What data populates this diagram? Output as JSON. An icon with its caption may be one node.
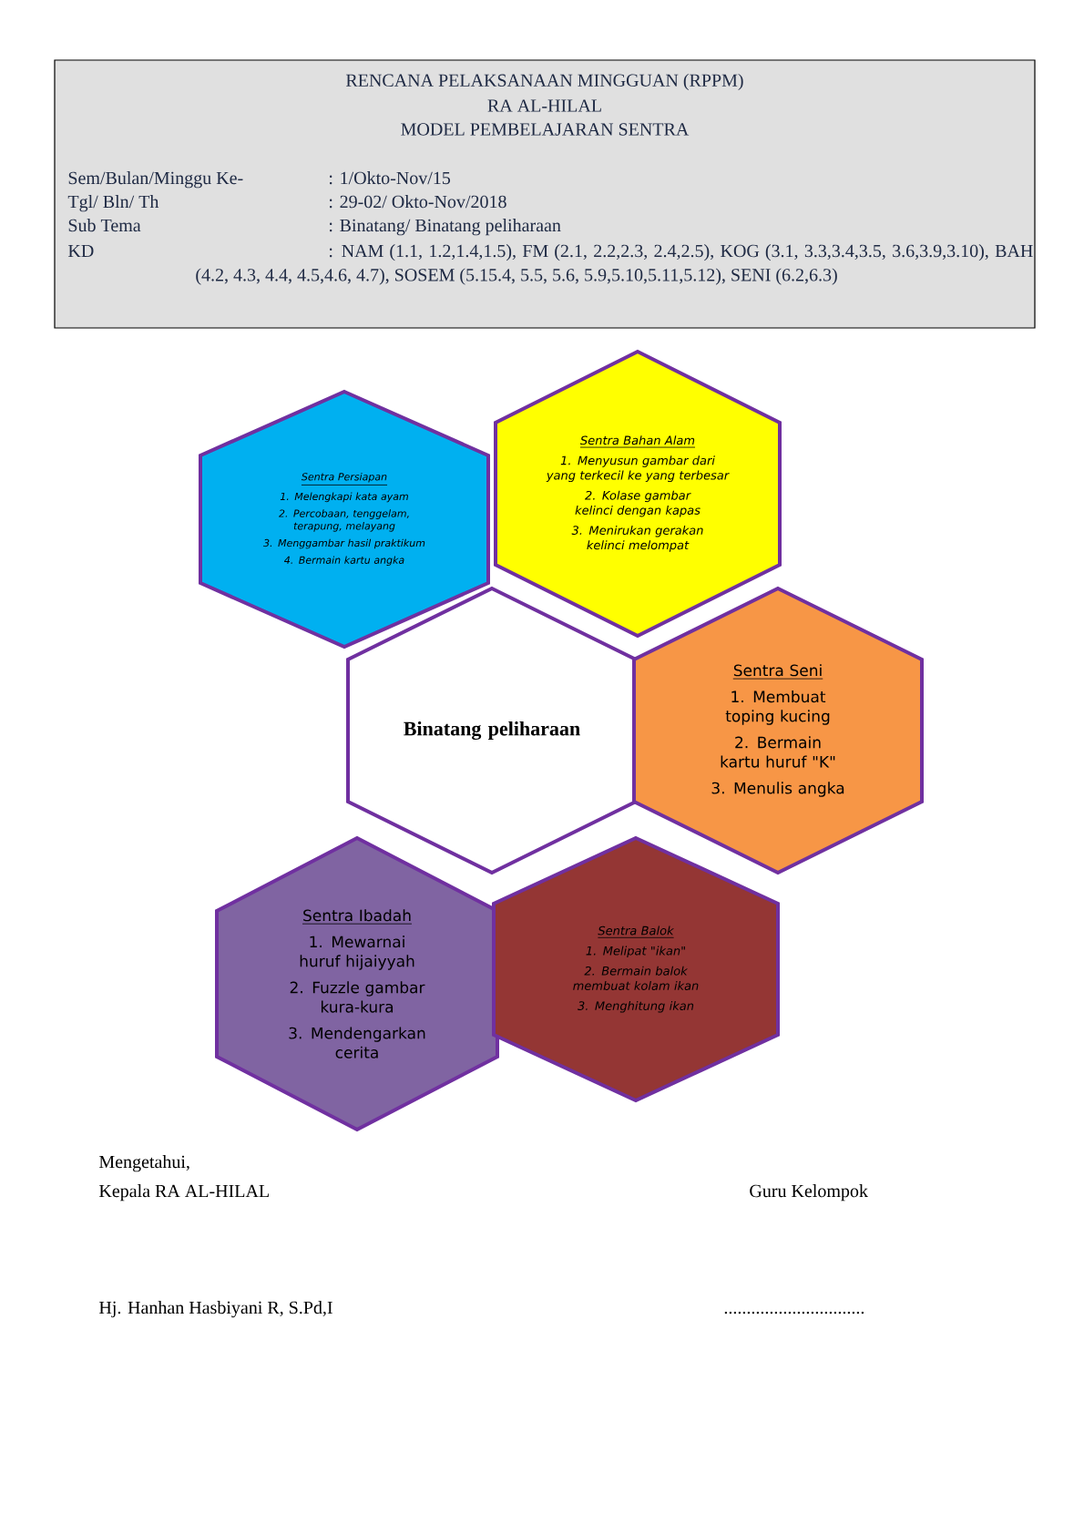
{
  "diagram": {
    "nodes": [
      {
        "text": [
          "RENCANA PELAKSANAAN MINGGUAN (RPPM)",
          "RA AL-HILAL",
          "MODEL PEMBELAJARAN SENTRA",
          "Sem/Bulan/Minggu Ke-",
          ": 1/Okto-Nov/15",
          "Tgl/ Bln/ Th",
          ": 29-02/ Okto-Nov/2018",
          "Sub Tema",
          ": Binatang/ Binatang peliharaan",
          "KD",
          ": NAM (1.1, 1.2,1.4,1.5), FM (2.1, 2.2,2.3, 2.4,2.5), KOG (3.1, 3.3,3.4,3.5, 3.6,3.9,3.10), BAH (4.2, 4.3, 4.4, 4.5,4.6, 4.7), SOSEM (5.15.4, 5.5, 5.6, 5.9,5.10,5.11,5.12), SENI (6.2,6.3)"
        ]
      },
      {
        "text": [
          "Sentra Persiapan",
          "1. Melengkapi kata ayam",
          "2. Percobaan, tenggelam, terapung, melayang",
          "3. Menggambar hasil praktikum",
          "4. Bermain kartu angka"
        ]
      },
      {
        "text": [
          "Sentra Bahan Alam",
          "1. Menyusun gambar dari yang terkecil ke yang terbesar",
          "2. Kolase gambar kelinci dengan kapas",
          "3. Menirukan gerakan kelinci melompat"
        ]
      },
      {
        "text": [
          "Binatang peliharaan"
        ]
      },
      {
        "text": [
          "Sentra Seni",
          "1. Membuat toping kucing",
          "2. Bermain kartu huruf \"K\"",
          "3. Menulis angka"
        ]
      },
      {
        "text": [
          "Sentra Ibadah",
          "1. Mewarnai huruf hijaiyyah",
          "2. Fuzzle gambar kura-kura",
          "3. Mendengarkan cerita"
        ]
      },
      {
        "text": [
          "Sentra Balok",
          "1. Melipat \"ikan\"",
          "2. Bermain balok membuat kolam ikan",
          "3. Menghitung ikan"
        ]
      }
    ],
    "labels": [
      "Mengetahui,",
      "Kepala RA AL-HILAL",
      "Guru Kelompok",
      "Hj. Hanhan Hasbiyani R, S.Pd,I",
      "..............................."
    ]
  }
}
